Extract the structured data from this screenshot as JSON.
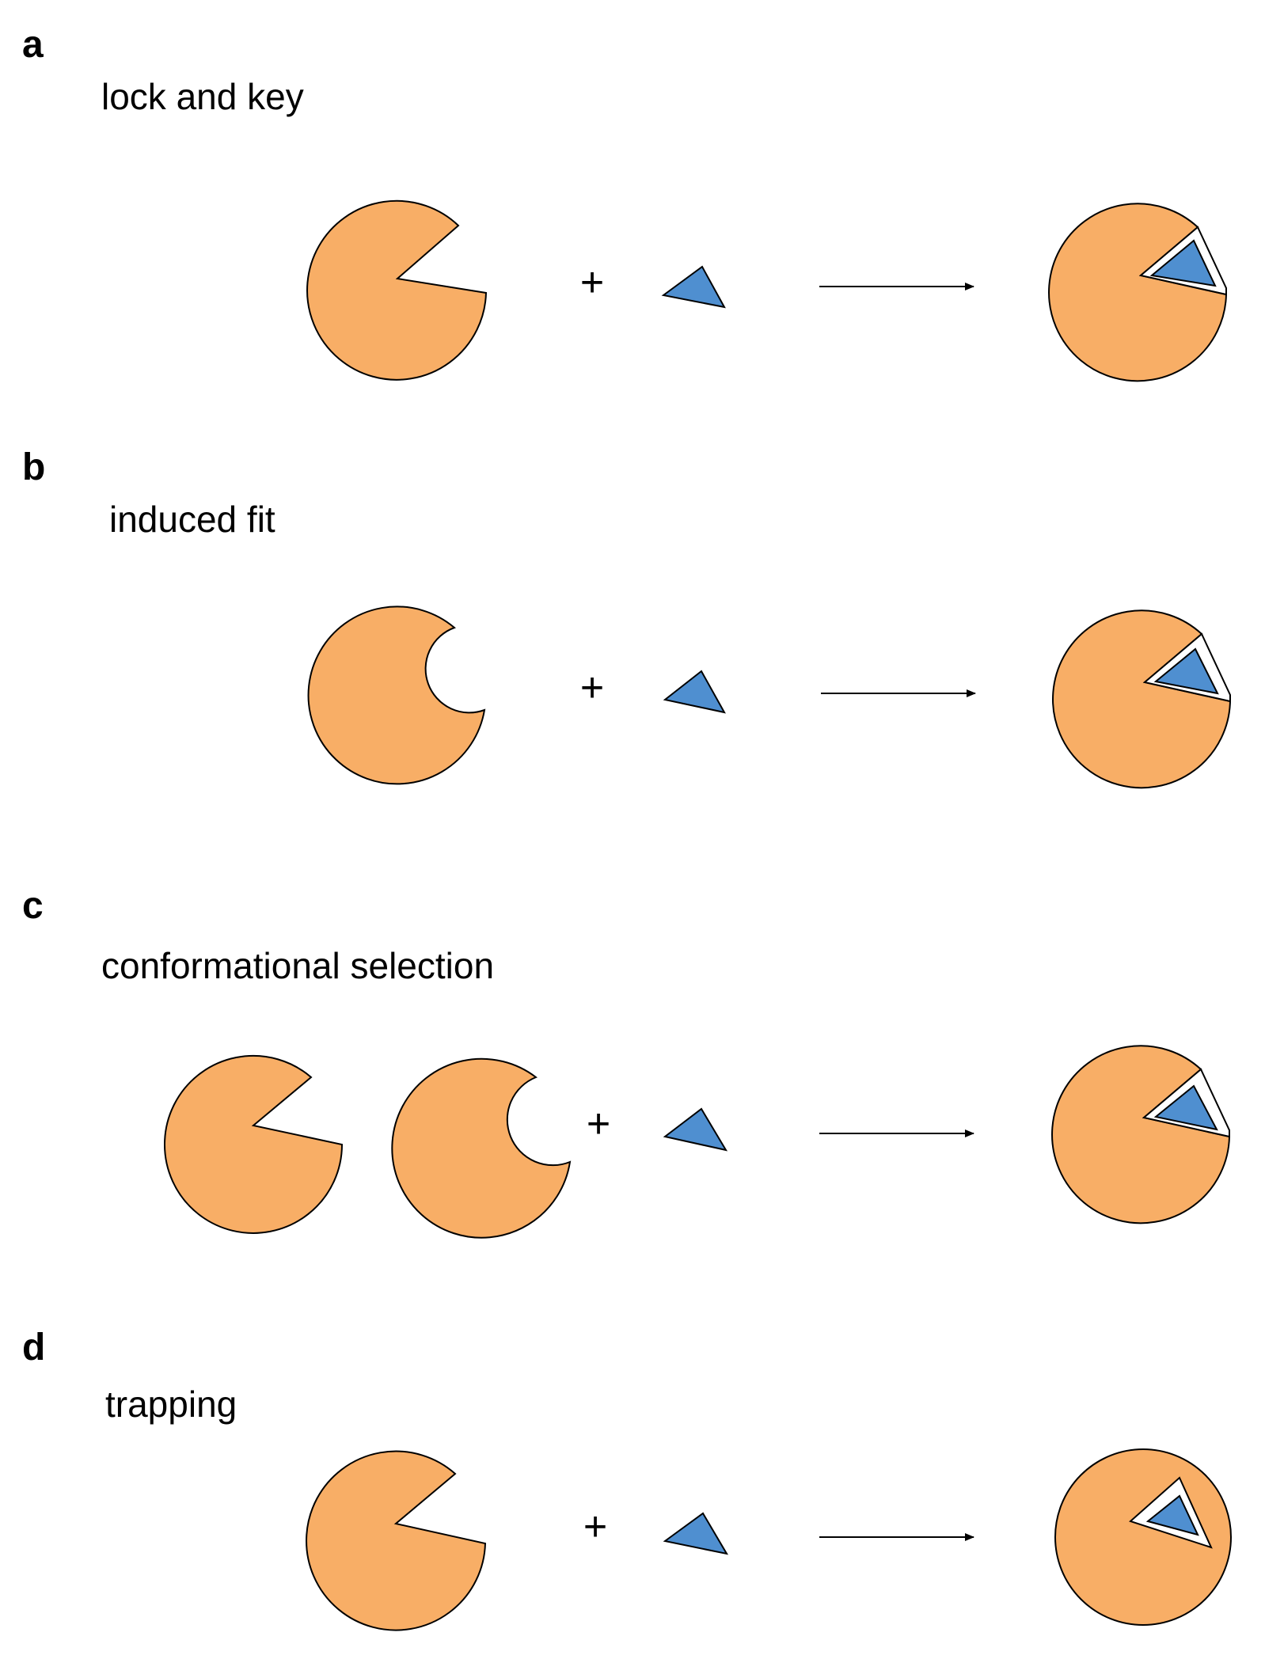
{
  "colors": {
    "receptor_fill": "#F8AE66",
    "ligand_fill": "#4F8FD0",
    "outline": "#000000",
    "arrow": "#000000"
  },
  "panels": [
    {
      "letter": "a",
      "title": "lock  and key",
      "plus": "+"
    },
    {
      "letter": "b",
      "title": "induced fit",
      "plus": "+"
    },
    {
      "letter": "c",
      "title": "conformational selection",
      "plus": "+"
    },
    {
      "letter": "d",
      "title": "trapping",
      "plus": "+"
    }
  ]
}
